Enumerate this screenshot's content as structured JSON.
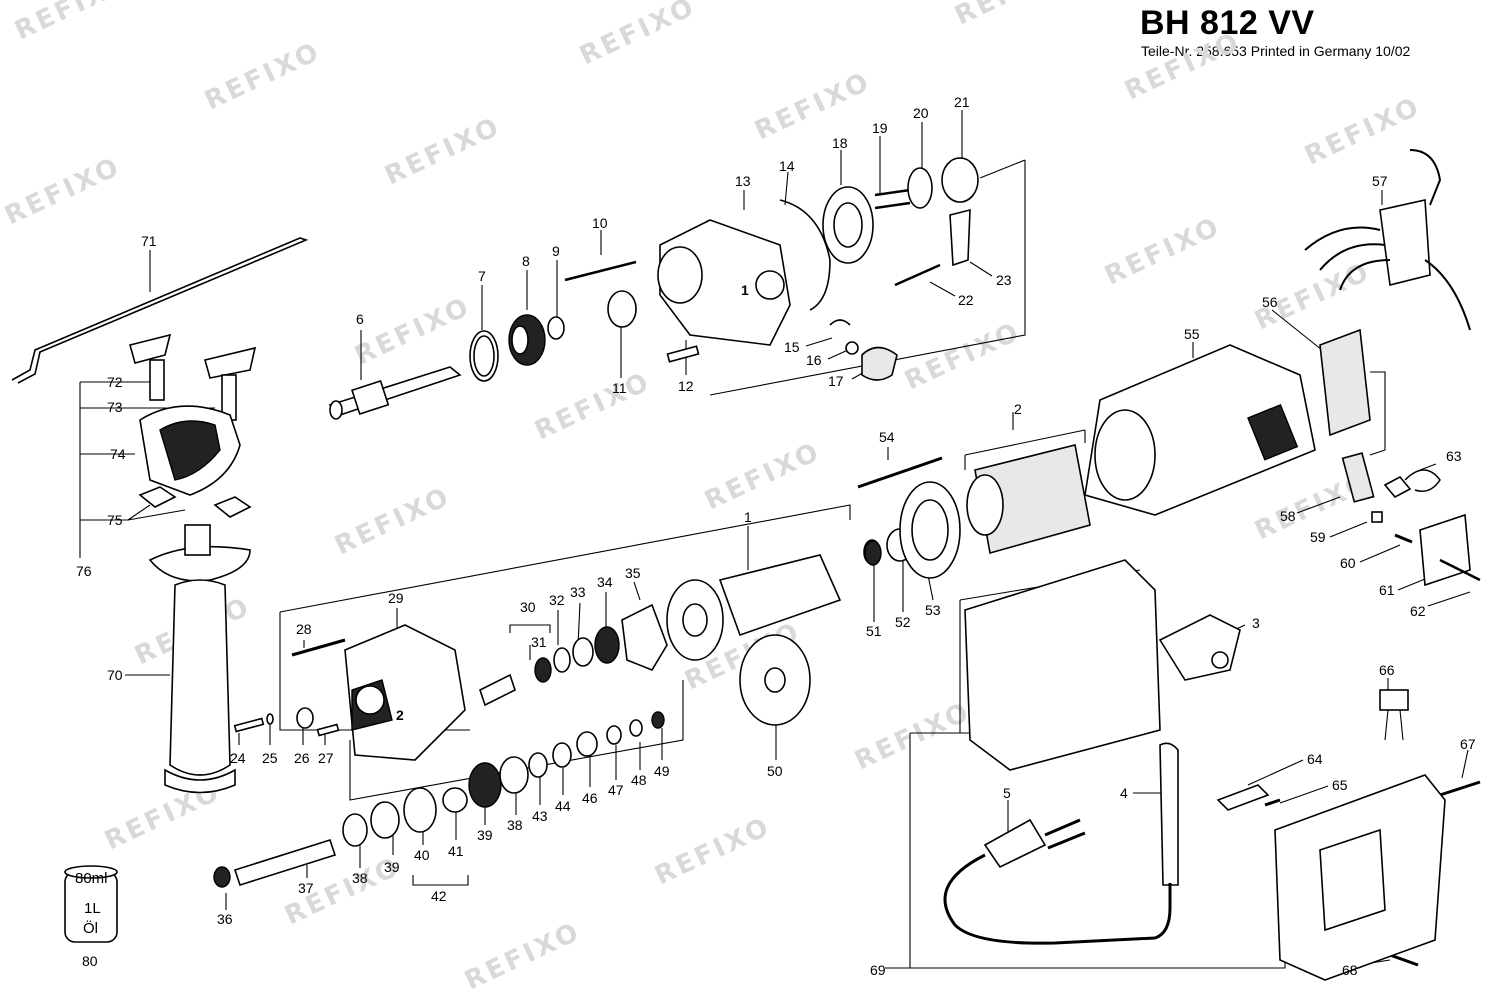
{
  "header": {
    "title": "BH 812 VV",
    "subtitle": "Teile-Nr. 258.653 Printed in Germany 10/02"
  },
  "watermark": "REFIXO",
  "oil_can": {
    "line1": "80ml",
    "line2": "1L",
    "line3": "Öl"
  },
  "callouts": {
    "n1": "1",
    "n2": "2",
    "n3": "3",
    "n4": "4",
    "n5": "5",
    "n6": "6",
    "n7": "7",
    "n8": "8",
    "n9": "9",
    "n10": "10",
    "n11": "11",
    "n12": "12",
    "n13": "13",
    "n14": "14",
    "n15": "15",
    "n16": "16",
    "n17": "17",
    "n18": "18",
    "n19": "19",
    "n20": "20",
    "n21": "21",
    "n22": "22",
    "n23": "23",
    "n24": "24",
    "n25": "25",
    "n26": "26",
    "n27": "27",
    "n28": "28",
    "n29": "29",
    "n30": "30",
    "n31": "31",
    "n32": "32",
    "n33": "33",
    "n34": "34",
    "n35": "35",
    "n36": "36",
    "n37": "37",
    "n38": "38",
    "n39": "39",
    "n40": "40",
    "n41": "41",
    "n42": "42",
    "n43": "43",
    "n44": "44",
    "n46": "46",
    "n47": "47",
    "n48": "48",
    "n49": "49",
    "n50": "50",
    "n51": "51",
    "n52": "52",
    "n53": "53",
    "n54": "54",
    "n55": "55",
    "n56": "56",
    "n57": "57",
    "n58": "58",
    "n59": "59",
    "n60": "60",
    "n61": "61",
    "n62": "62",
    "n63": "63",
    "n64": "64",
    "n65": "65",
    "n66": "66",
    "n67": "67",
    "n68": "68",
    "n69": "69",
    "n70": "70",
    "n71": "71",
    "n72": "72",
    "n73": "73",
    "n74": "74",
    "n75": "75",
    "n76": "76",
    "n80": "80"
  },
  "inline_marks": {
    "m1": "1",
    "m2": "2"
  }
}
